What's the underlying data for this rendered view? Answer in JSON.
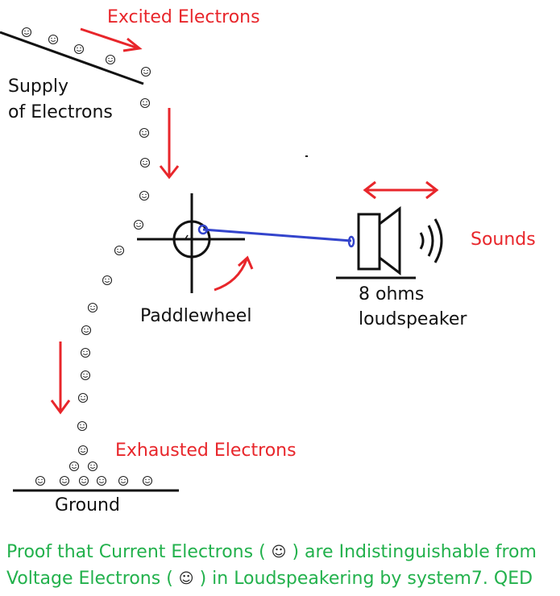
{
  "labels": {
    "excited": "Excited Electrons",
    "supply_line1": "Supply",
    "supply_line2": "of Electrons",
    "paddlewheel": "Paddlewheel",
    "speaker_line1": "8 ohms",
    "speaker_line2": "loudspeaker",
    "sounds": "Sounds",
    "exhausted": "Exhausted Electrons",
    "ground": "Ground"
  },
  "caption": {
    "line1_a": "Proof that Current Electrons (",
    "line1_b": ") are Indistinguishable from",
    "line2_a": "Voltage Electrons (",
    "line2_b": ") in Loudspeakering by system7.  QED",
    "electron_symbol": "☺"
  },
  "colors": {
    "label": "#111111",
    "arrow": "#e8262b",
    "link": "#3344cc",
    "caption": "#22b14c"
  },
  "icons": [
    "electron-smiley-icon",
    "paddlewheel-icon",
    "loudspeaker-icon",
    "sound-waves-icon"
  ]
}
